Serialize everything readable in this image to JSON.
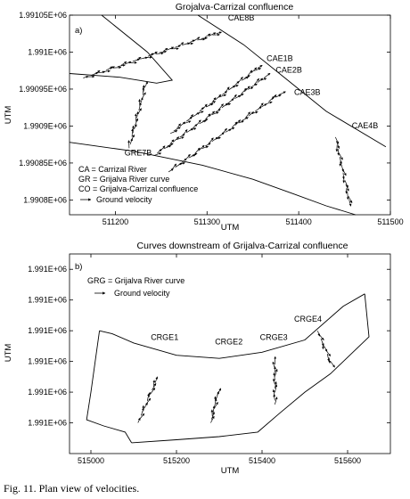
{
  "caption": "Fig. 11. Plan view of velocities.",
  "chart_data": [
    {
      "type": "scatter",
      "title": "Grojalva-Carrizal confluence",
      "panel_label": "a)",
      "xlabel": "UTM",
      "ylabel": "UTM",
      "xlim": [
        511150,
        511500
      ],
      "ylim": [
        1990780,
        1991050
      ],
      "x_ticks": [
        511200,
        511300,
        511400,
        511500
      ],
      "x_tick_labels": [
        "511200",
        "511300",
        "511400",
        "511500"
      ],
      "y_ticks": [
        1990800,
        1990850,
        1990900,
        1990950,
        1991000,
        1991050
      ],
      "y_tick_labels": [
        "1.9908E+06",
        "1.99085E+06",
        "1.9909E+06",
        "1.99095E+06",
        "1.991E+06",
        "1.99105E+06"
      ],
      "legend": {
        "position": "bottom-left",
        "lines": [
          "CA = Carrizal River",
          "GR = Grijalva River curve",
          "CO = Grijalva-Carrizal confluence"
        ],
        "arrow_label": "Ground velocity"
      },
      "sections": [
        {
          "name": "CAE8B",
          "label_at": [
            511323,
            1991043
          ],
          "start": [
            511165,
            1990965
          ],
          "end": [
            511310,
            1991025
          ]
        },
        {
          "name": "CAE1B",
          "label_at": [
            511365,
            1990988
          ],
          "start": [
            511260,
            1990890
          ],
          "end": [
            511355,
            1990978
          ]
        },
        {
          "name": "CAE2B",
          "label_at": [
            511375,
            1990972
          ],
          "start": [
            511242,
            1990860
          ],
          "end": [
            511362,
            1990965
          ]
        },
        {
          "name": "CAE3B",
          "label_at": [
            511395,
            1990942
          ],
          "start": [
            511258,
            1990838
          ],
          "end": [
            511378,
            1990942
          ]
        },
        {
          "name": "CAE4B",
          "label_at": [
            511458,
            1990897
          ],
          "start": [
            511440,
            1990885
          ],
          "end": [
            511455,
            1990800
          ]
        },
        {
          "name": "GRE7B",
          "label_at": [
            511210,
            1990860
          ],
          "start": [
            511215,
            1990870
          ],
          "end": [
            511232,
            1990952
          ]
        }
      ],
      "boundaries": [
        {
          "points": [
            [
              511185,
              1991050
            ],
            [
              511235,
              1991000
            ],
            [
              511262,
              1990962
            ],
            [
              511245,
              1990958
            ],
            [
              511205,
              1990966
            ],
            [
              511150,
              1990971
            ]
          ]
        },
        {
          "points": [
            [
              511290,
              1991050
            ],
            [
              511340,
              1991010
            ],
            [
              511385,
              1990965
            ],
            [
              511430,
              1990920
            ],
            [
              511495,
              1990872
            ]
          ]
        },
        {
          "points": [
            [
              511150,
              1990878
            ],
            [
              511220,
              1990866
            ],
            [
              511295,
              1990847
            ],
            [
              511350,
              1990828
            ],
            [
              511395,
              1990808
            ],
            [
              511430,
              1990792
            ],
            [
              511462,
              1990780
            ]
          ]
        }
      ]
    },
    {
      "type": "scatter",
      "title": "Curves  downstream of Grijalva-Carrizal confluence",
      "panel_label": "b)",
      "xlabel": "UTM",
      "ylabel": "UTM",
      "xlim": [
        514950,
        515700
      ],
      "ylim": [
        -1,
        5.5
      ],
      "x_ticks": [
        515000,
        515200,
        515400,
        515600
      ],
      "x_tick_labels": [
        "515000",
        "515200",
        "515400",
        "515600"
      ],
      "y_ticks": [
        0,
        1,
        2,
        3,
        4,
        5
      ],
      "y_tick_labels": [
        "1.991E+06",
        "1.991E+06",
        "1.991E+06",
        "1.991E+06",
        "1.991E+06",
        "1.991E+06"
      ],
      "legend": {
        "position": "top-left",
        "lines": [
          "GRG = Grijalva River curve"
        ],
        "arrow_label": "Ground velocity"
      },
      "sections": [
        {
          "name": "CRGE1",
          "label_at": [
            515140,
            2.7
          ],
          "start": [
            515110,
            0.0
          ],
          "end": [
            515150,
            1.3
          ]
        },
        {
          "name": "CRGE2",
          "label_at": [
            515290,
            2.55
          ],
          "start": [
            515280,
            0.0
          ],
          "end": [
            515295,
            0.9
          ]
        },
        {
          "name": "CRGE3",
          "label_at": [
            515395,
            2.7
          ],
          "start": [
            515430,
            0.6
          ],
          "end": [
            515430,
            1.9
          ]
        },
        {
          "name": "CRGE4",
          "label_at": [
            515475,
            3.3
          ],
          "start": [
            515530,
            3.0
          ],
          "end": [
            515560,
            2.0
          ]
        }
      ],
      "boundaries": [
        {
          "points": [
            [
              515020,
              3.0
            ],
            [
              515050,
              2.9
            ],
            [
              515100,
              2.6
            ],
            [
              515200,
              2.2
            ],
            [
              515300,
              2.1
            ],
            [
              515400,
              2.3
            ],
            [
              515500,
              2.7
            ],
            [
              515590,
              3.8
            ],
            [
              515640,
              4.2
            ]
          ]
        },
        {
          "points": [
            [
              515020,
              3.0
            ],
            [
              515010,
              2.0
            ],
            [
              515000,
              1.0
            ],
            [
              514990,
              0.1
            ],
            [
              515030,
              -0.1
            ],
            [
              515080,
              -0.3
            ],
            [
              515095,
              -0.65
            ]
          ]
        },
        {
          "points": [
            [
              515095,
              -0.65
            ],
            [
              515200,
              -0.55
            ],
            [
              515300,
              -0.45
            ],
            [
              515390,
              -0.3
            ],
            [
              515440,
              0.3
            ],
            [
              515500,
              1.0
            ],
            [
              515560,
              1.6
            ],
            [
              515650,
              2.8
            ],
            [
              515640,
              4.2
            ]
          ]
        }
      ]
    }
  ]
}
